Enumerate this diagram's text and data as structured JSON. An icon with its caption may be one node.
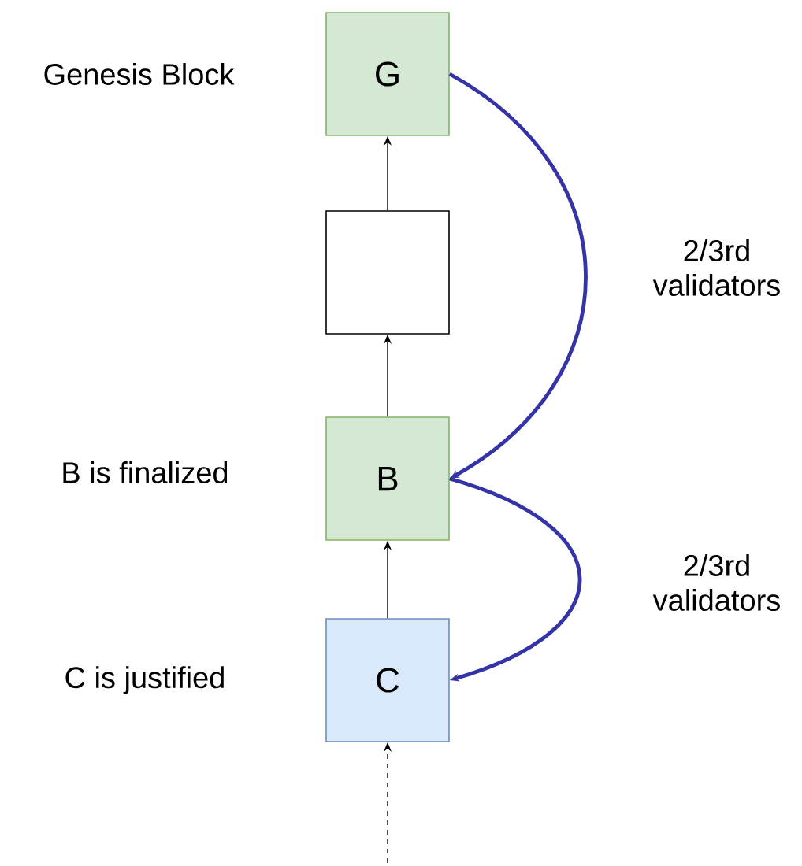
{
  "diagram": {
    "nodes": [
      {
        "text": [
          "G"
        ],
        "beside": [
          "Genesis Block"
        ]
      },
      {
        "text": [],
        "shape": "box"
      },
      {
        "text": [
          "B"
        ],
        "beside": [
          "B is finalized"
        ]
      },
      {
        "text": [
          "C"
        ],
        "beside": [
          "C is justified"
        ]
      }
    ],
    "edges": [
      {
        "from": 1,
        "to": 0,
        "arrow": "to"
      },
      {
        "from": 2,
        "to": 1,
        "arrow": "to"
      },
      {
        "from": 3,
        "to": 2,
        "arrow": "to"
      },
      {
        "from": null,
        "to": 3,
        "arrow": "to",
        "style": "dashed"
      },
      {
        "from": 0,
        "to": 2,
        "arrow": "to",
        "label": "2/3rd validators",
        "color": "#3434a8",
        "style": "thick"
      },
      {
        "from": 2,
        "to": 3,
        "arrow": "to",
        "label": "2/3rd validators",
        "color": "#3434a8",
        "style": "thick"
      }
    ]
  }
}
